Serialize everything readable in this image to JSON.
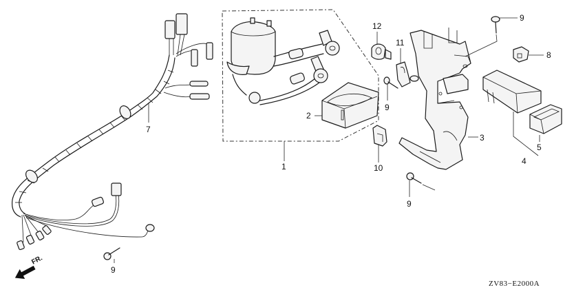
{
  "diagram": {
    "drawing_code": "ZV83−E2000A",
    "direction_marker": "FR.",
    "callouts": [
      {
        "id": "c1",
        "label": "1",
        "part": "ignition-coil-assembly"
      },
      {
        "id": "c2",
        "label": "2",
        "part": "coil-holder"
      },
      {
        "id": "c3",
        "label": "3",
        "part": "electrical-bracket"
      },
      {
        "id": "c4",
        "label": "4",
        "part": "control-module-assembly"
      },
      {
        "id": "c5",
        "label": "5",
        "part": "module-cover"
      },
      {
        "id": "c6",
        "label": "7",
        "part": "wire-harness"
      },
      {
        "id": "c7",
        "label": "8",
        "part": "relay"
      },
      {
        "id": "c8",
        "label": "9",
        "part": "bolt-top-right"
      },
      {
        "id": "c9",
        "label": "9",
        "part": "bolt-center"
      },
      {
        "id": "c10",
        "label": "9",
        "part": "bolt-lower-center"
      },
      {
        "id": "c11",
        "label": "9",
        "part": "bolt-lower-left"
      },
      {
        "id": "c12",
        "label": "10",
        "part": "clip"
      },
      {
        "id": "c13",
        "label": "11",
        "part": "clamp"
      },
      {
        "id": "c14",
        "label": "12",
        "part": "grommet-clamp"
      }
    ]
  }
}
